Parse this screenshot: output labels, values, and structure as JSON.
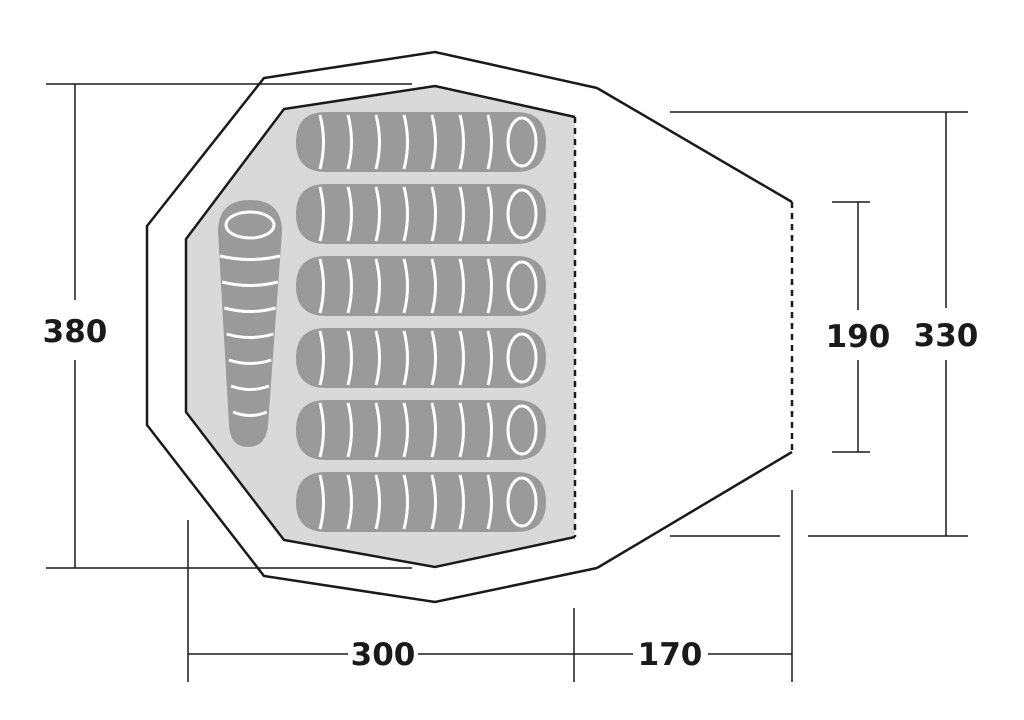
{
  "dimensions": {
    "depth_total": "380",
    "width_vestibule_outer": "330",
    "width_vestibule_door": "190",
    "length_inner": "300",
    "length_vestibule": "170"
  },
  "sleeping_bags": {
    "vertical_count": 1,
    "horizontal_count": 6
  },
  "colors": {
    "outline": "#1a1a1a",
    "inner_fill": "#d9d9d9",
    "bag_fill": "#9a9a9a",
    "bag_stripe": "#ffffff"
  }
}
